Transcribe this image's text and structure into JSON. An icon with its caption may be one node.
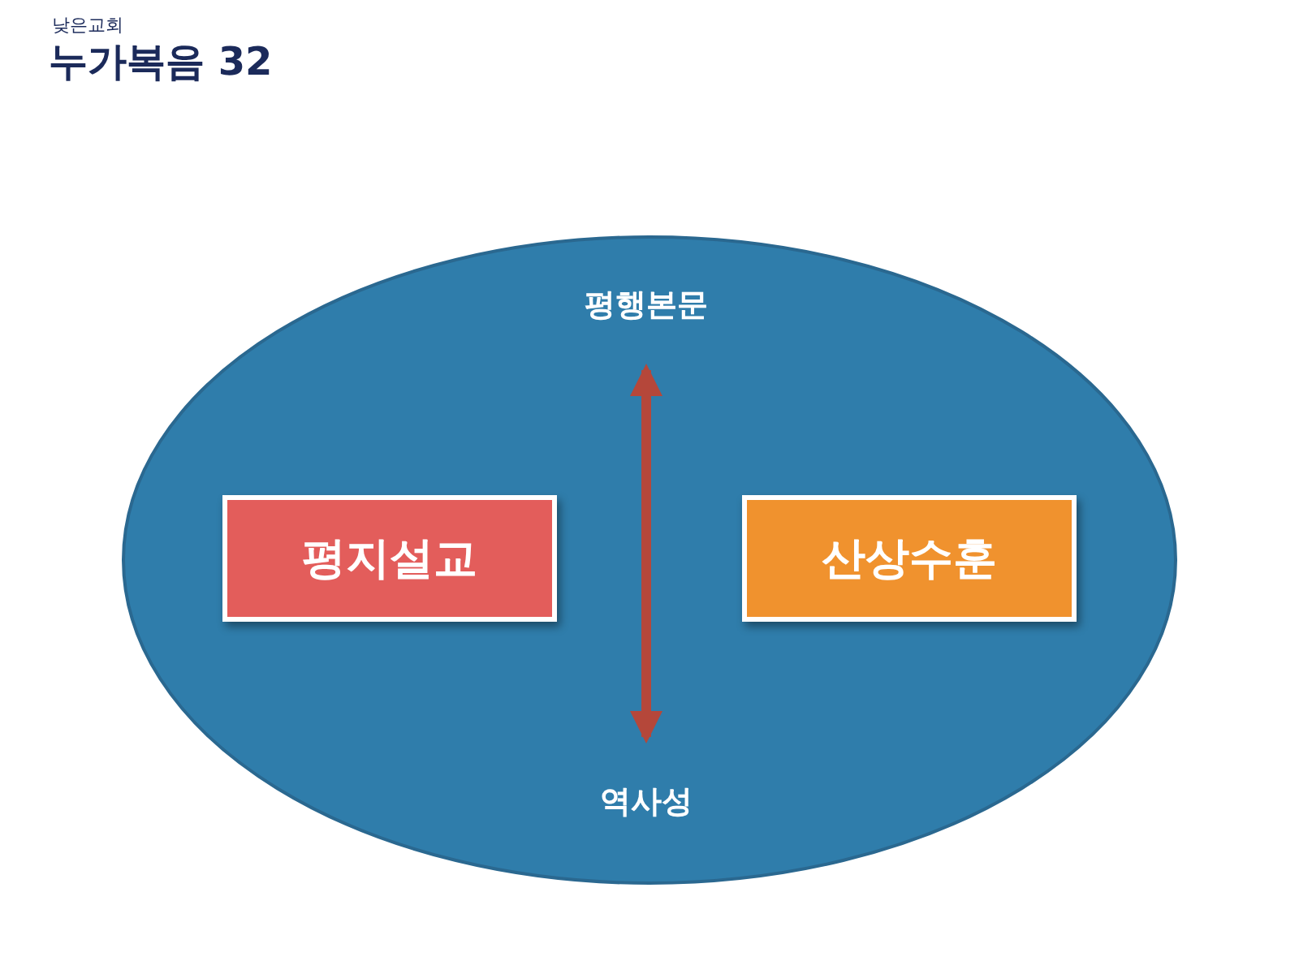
{
  "diagram": {
    "title": "누가복음 32",
    "nodes": [
      {
        "text": [],
        "shape": "ellipse"
      },
      {
        "text": [
          "평행본문"
        ],
        "in": 0
      },
      {
        "text": [
          "평지설교"
        ],
        "in": 0
      },
      {
        "text": [
          "산상수훈"
        ],
        "in": 0
      },
      {
        "text": [
          "역사성"
        ],
        "in": 0
      }
    ],
    "edges": [
      {
        "from": 1,
        "to": 4,
        "arrow": "both",
        "color": "#b5473a"
      }
    ],
    "labels": [
      "낮은교회"
    ]
  }
}
